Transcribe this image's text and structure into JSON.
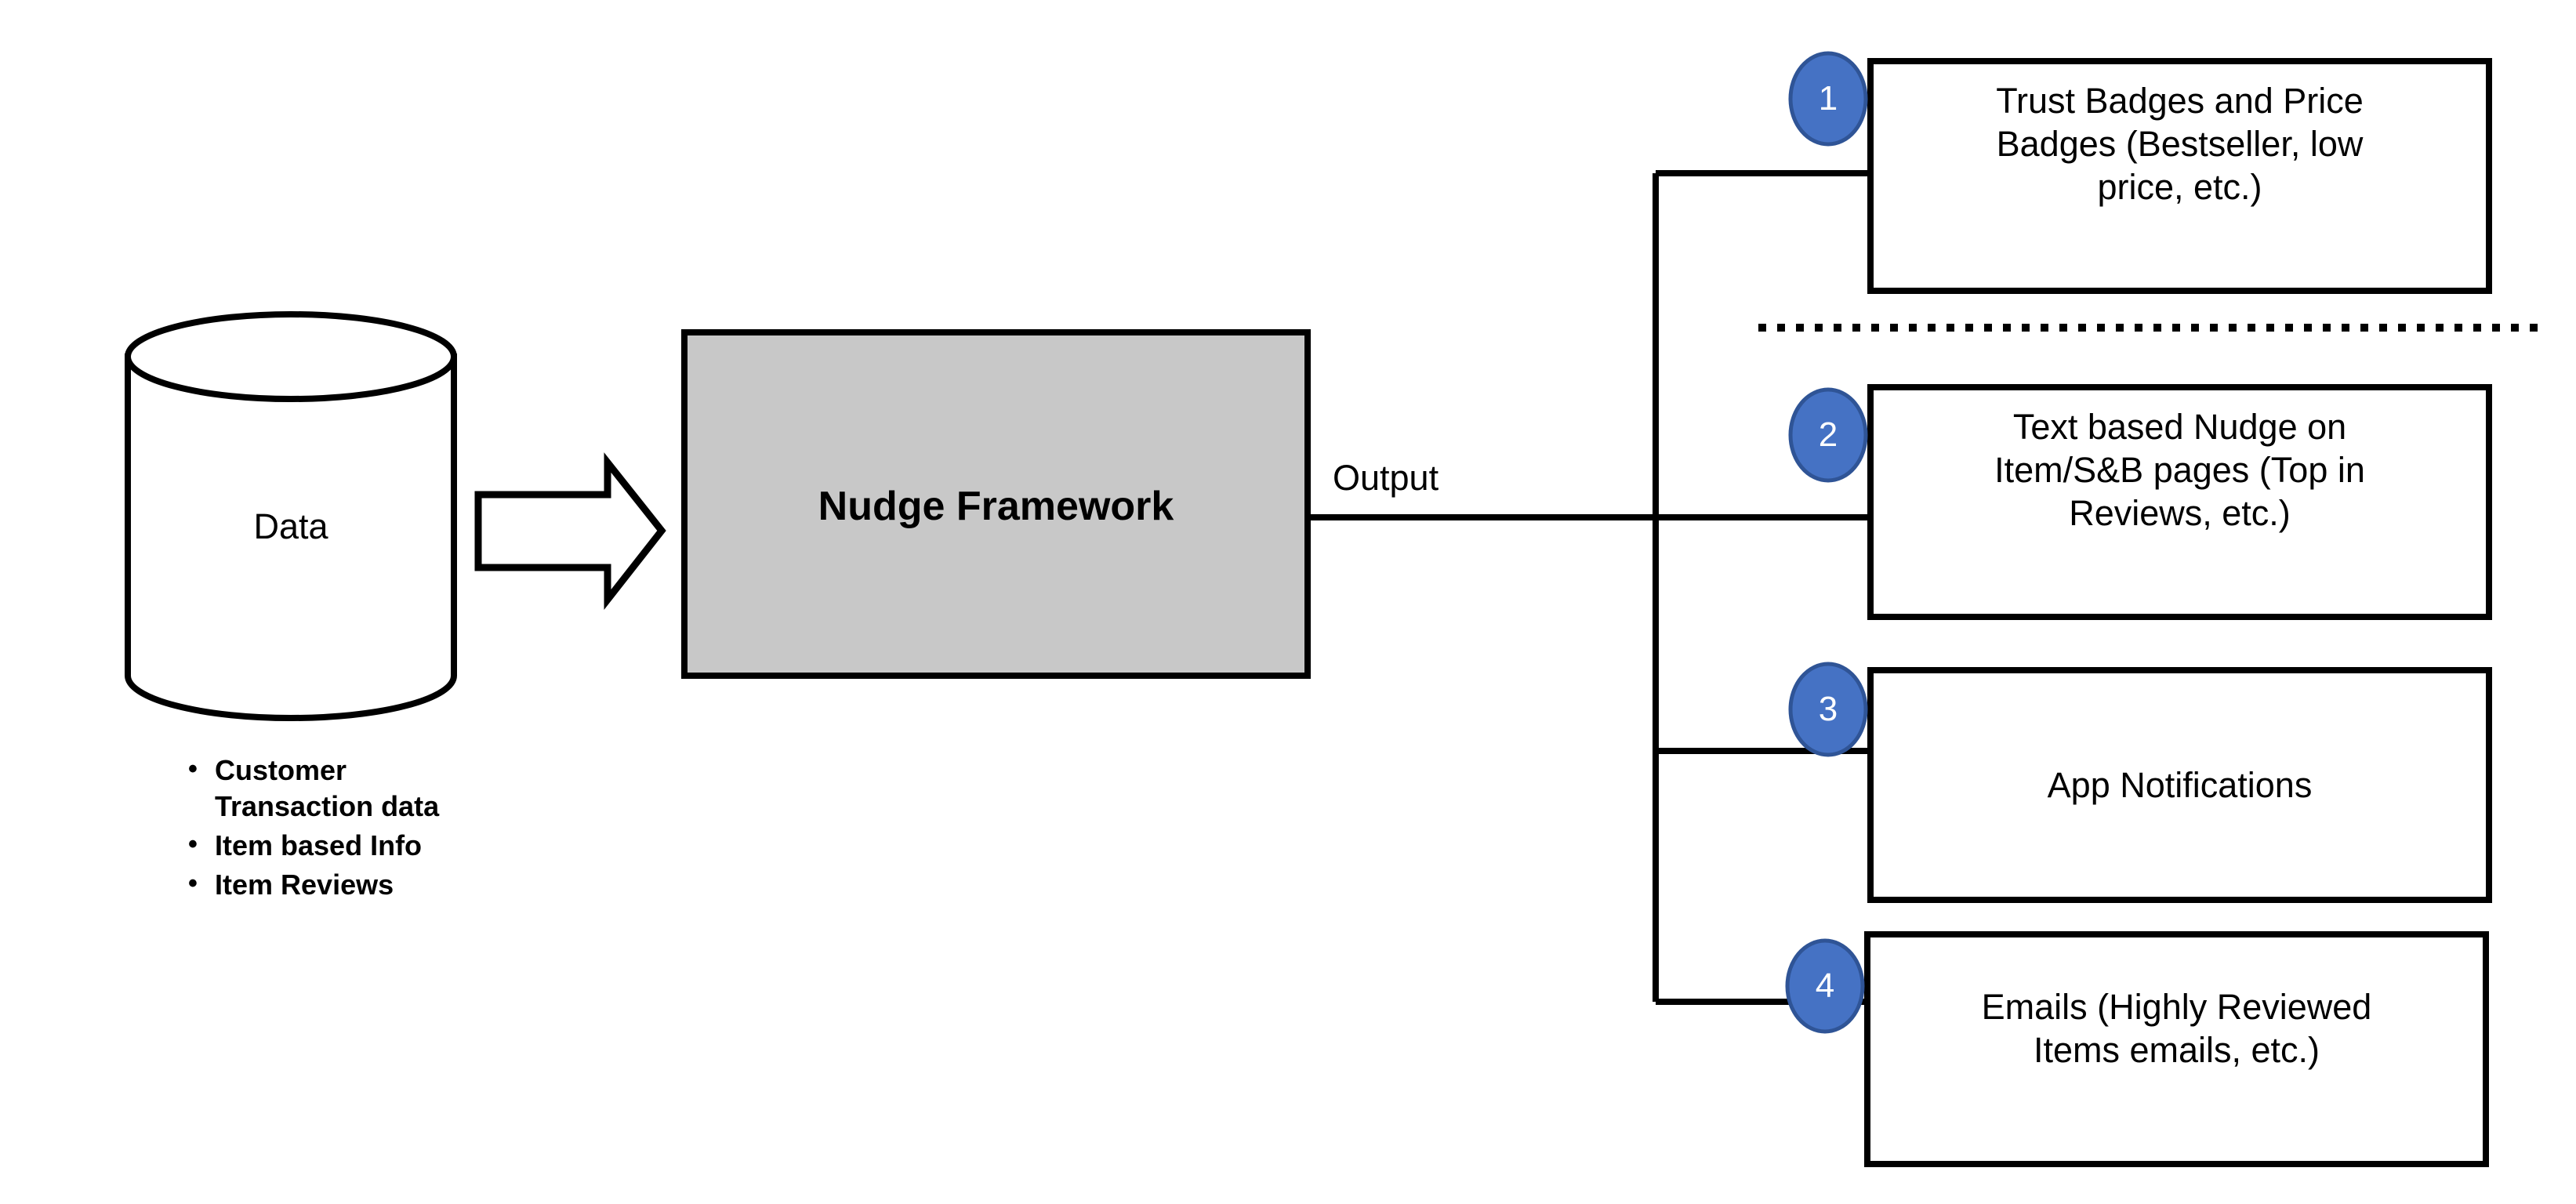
{
  "diagram": {
    "source": {
      "shape": "cylinder",
      "label": "Data",
      "bullets": [
        "Customer Transaction data",
        "Item based Info",
        "Item Reviews"
      ]
    },
    "flow_arrow": {
      "icon": "right-arrow-icon",
      "direction": "right"
    },
    "process": {
      "label": "Nudge Framework",
      "fill_color": "#C8C8C8",
      "border_color": "#000000"
    },
    "output_connector": {
      "label": "Output"
    },
    "badge_color": "#4572C4",
    "badge_border_color": "#2F5496",
    "outputs": [
      {
        "number": "1",
        "label": "Trust Badges and Price\nBadges (Bestseller, low\nprice, etc.)"
      },
      {
        "number": "2",
        "label": "Text based Nudge on\nItem/S&B pages (Top in\nReviews, etc.)"
      },
      {
        "number": "3",
        "label": "App Notifications"
      },
      {
        "number": "4",
        "label": "Emails (Highly Reviewed\nItems emails, etc.)"
      }
    ],
    "separator": {
      "style": "dotted",
      "position": "between-output-1-and-2"
    }
  }
}
